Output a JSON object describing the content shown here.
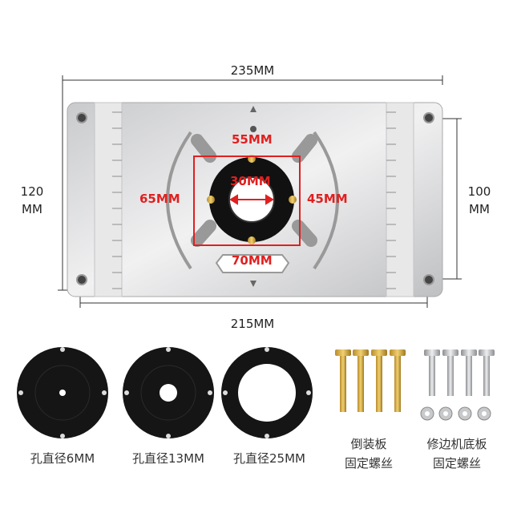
{
  "dimensions": {
    "top_width": "235MM",
    "bottom_width": "215MM",
    "left_height_value": "120",
    "left_height_unit": "MM",
    "right_height_value": "100",
    "right_height_unit": "MM"
  },
  "plate_labels": {
    "top_span": "55MM",
    "inner_hole": "30MM",
    "left_span": "65MM",
    "right_span": "45MM",
    "bottom_slot": "70MM"
  },
  "accessories": [
    {
      "label": "孔直径6MM"
    },
    {
      "label": "孔直径13MM"
    },
    {
      "label": "孔直径25MM"
    },
    {
      "line1": "倒装板",
      "line2": "固定螺丝"
    },
    {
      "line1": "修边机底板",
      "line2": "固定螺丝"
    }
  ],
  "colors": {
    "annotation": "#e02020",
    "plate": "#d9dadc",
    "ring": "#111111"
  }
}
